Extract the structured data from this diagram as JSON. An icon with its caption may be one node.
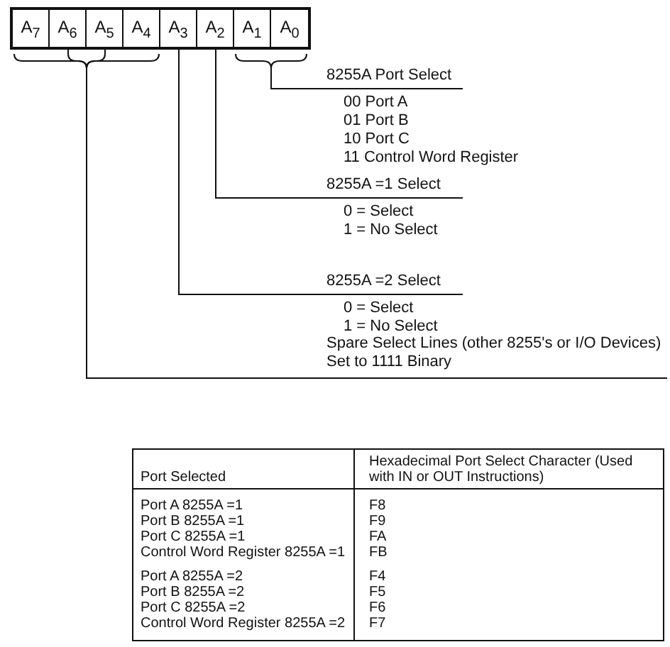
{
  "diagram": {
    "nodes": [
      {
        "text": [
          "A$_{7}$"
        ]
      },
      {
        "text": [
          "A$_{6}$"
        ]
      },
      {
        "text": [
          "A$_{5}$"
        ]
      },
      {
        "text": [
          "A$_{4}$"
        ]
      },
      {
        "text": [
          "A$_{3}$"
        ]
      },
      {
        "text": [
          "A$_{2}$"
        ]
      },
      {
        "text": [
          "A$_{1}$"
        ]
      },
      {
        "text": [
          "A$_{0}$"
        ]
      },
      {
        "text": [
          "8255A Port Select",
          "00 Port A",
          "01 Port B",
          "10 Port C",
          "11 Control Word Register"
        ]
      },
      {
        "text": [
          "8255A =1 Select",
          "0 = Select",
          "1 = No Select"
        ]
      },
      {
        "text": [
          "8255A =2 Select",
          "0 = Select",
          "1 = No Select"
        ]
      },
      {
        "text": [
          "Spare Select Lines (other 8255's or I/O Devices) Set to 1111 Binary"
        ]
      }
    ],
    "edges": [
      {
        "from": 6,
        "to": 8,
        "arrow": "none"
      },
      {
        "from": 7,
        "to": 8,
        "arrow": "none"
      },
      {
        "from": 5,
        "to": 9,
        "arrow": "none"
      },
      {
        "from": 4,
        "to": 10,
        "arrow": "none"
      },
      {
        "from": 0,
        "to": 11,
        "arrow": "none"
      },
      {
        "from": 1,
        "to": 11,
        "arrow": "none"
      },
      {
        "from": 2,
        "to": 11,
        "arrow": "none"
      },
      {
        "from": 3,
        "to": 11,
        "arrow": "none"
      }
    ],
    "labels": [
      "Port Selected",
      "Hexadecimal Port Select Character (Used with IN or OUT Instructions)",
      "Port A 8255A =1",
      "F8",
      "Port B 8255A =1",
      "F9",
      "Port C 8255A =1",
      "FA",
      "Control Word Register 8255A =1",
      "FB",
      "Port A 8255A =2",
      "F4",
      "Port B 8255A =2",
      "F5",
      "Port C 8255A =2",
      "F6",
      "Control Word Register 8255A =2",
      "F7"
    ]
  }
}
